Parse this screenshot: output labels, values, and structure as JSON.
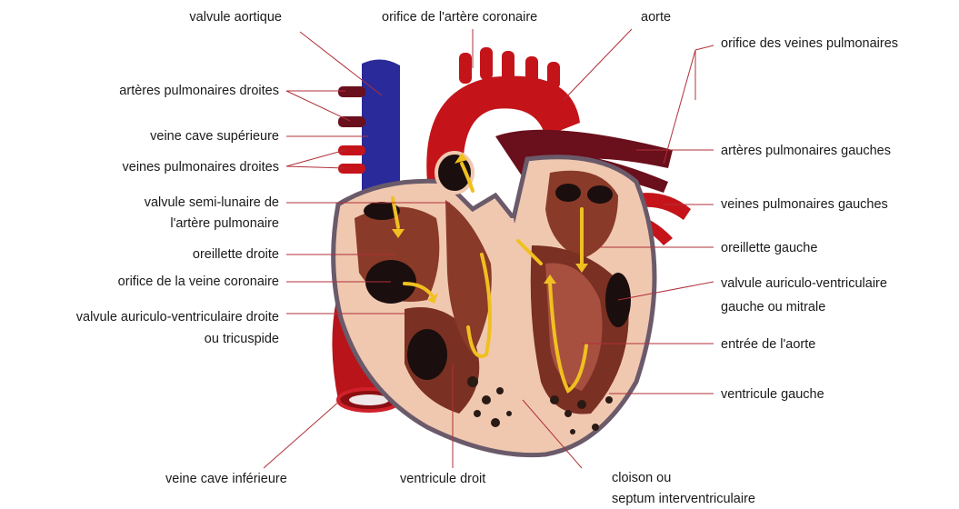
{
  "labels": {
    "valvule_aortique": "valvule aortique",
    "orifice_artere_coronaire": "orifice de l'artère coronaire",
    "aorte": "aorte",
    "orifice_veines_pulmonaires": "orifice des veines pulmonaires",
    "arteres_pulmonaires_droites": "artères pulmonaires droites",
    "veine_cave_superieure": "veine cave supérieure",
    "veines_pulmonaires_droites": "veines pulmonaires droites",
    "valvule_semi_lunaire_l1": "valvule semi-lunaire de",
    "valvule_semi_lunaire_l2": "l'artère pulmonaire",
    "oreillette_droite": "oreillette droite",
    "orifice_veine_coronaire": "orifice de la veine coronaire",
    "valvule_tricuspide_l1": "valvule auriculo-ventriculaire droite",
    "valvule_tricuspide_l2": "ou tricuspide",
    "veine_cave_inferieure": "veine cave inférieure",
    "ventricule_droit": "ventricule droit",
    "cloison_l1": "cloison ou",
    "cloison_l2": "septum interventriculaire",
    "arteres_pulmonaires_gauches": "artères pulmonaires gauches",
    "veines_pulmonaires_gauches": "veines pulmonaires gauches",
    "oreillette_gauche": "oreillette gauche",
    "valvule_mitrale_l1": "valvule auriculo-ventriculaire",
    "valvule_mitrale_l2": "gauche ou mitrale",
    "entree_aorte": "entrée de l'aorte",
    "ventricule_gauche": "ventricule gauche"
  },
  "colors": {
    "vena_cava": "#2a2a9a",
    "artery_red": "#c4141a",
    "pulmonary_dark": "#6a0f1c",
    "tissue": "#f0c8b0",
    "chamber": "#8a3a28",
    "flow_arrow": "#f0c020",
    "leader_line": "#b0303a"
  }
}
